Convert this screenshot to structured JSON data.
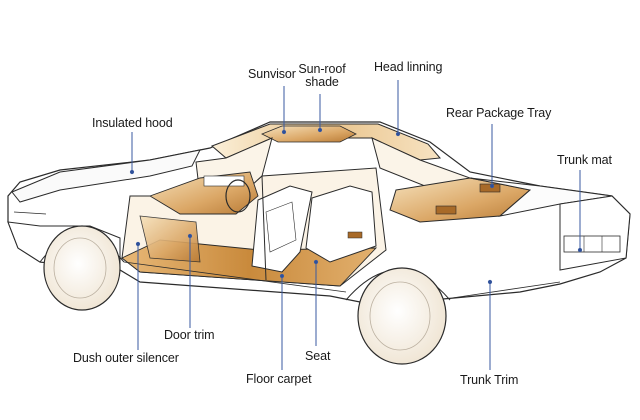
{
  "labels": {
    "sunvisor": "Sunvisor",
    "sunroof_line1": "Sun-roof",
    "sunroof_line2": "shade",
    "head_lining": "Head linning",
    "insulated_hood": "Insulated hood",
    "rear_package_tray": "Rear Package Tray",
    "trunk_mat": "Trunk mat",
    "door_trim": "Door trim",
    "dash_outer_silencer": "Dush outer silencer",
    "seat": "Seat",
    "floor_carpet": "Floor carpet",
    "trunk_trim": "Trunk Trim"
  },
  "colors": {
    "outline": "#2b2b2b",
    "leader_line": "#3a5aa0",
    "dot": "#2d4f9a",
    "highlight_light": "#f3d7a8",
    "highlight_dark": "#c98a3c",
    "body_fill": "#ffffff",
    "tire_fill": "#f7f0e6"
  }
}
